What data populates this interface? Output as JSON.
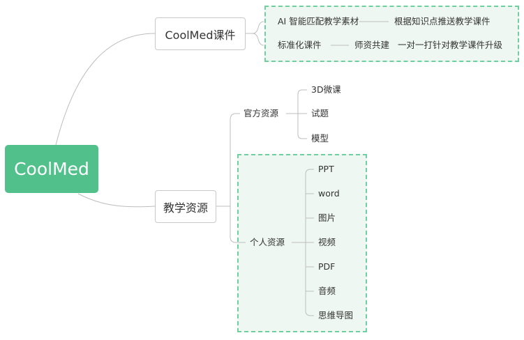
{
  "root": {
    "label": "CoolMed"
  },
  "branch_courseware": {
    "label": "CoolMed课件",
    "items": [
      {
        "label": "AI 智能匹配教学素材",
        "detail": "根据知识点推送教学课件"
      },
      {
        "label": "标准化课件",
        "detail": "师资共建",
        "detail2": "一对一打针对教学课件升级"
      }
    ]
  },
  "branch_resources": {
    "label": "教学资源",
    "official": {
      "label": "官方资源",
      "items": [
        "3D微课",
        "试题",
        "模型"
      ]
    },
    "personal": {
      "label": "个人资源",
      "items": [
        "PPT",
        "word",
        "图片",
        "视频",
        "PDF",
        "音频",
        "思维导图"
      ]
    }
  },
  "colors": {
    "root_fill": "#52c08b",
    "highlight_border": "#6fcf9f",
    "highlight_fill": "#eef7f2",
    "line": "#bdbdbd"
  }
}
